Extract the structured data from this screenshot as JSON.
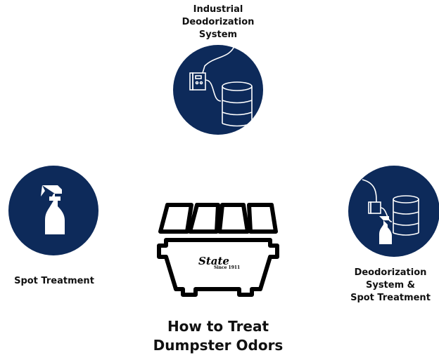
{
  "options": [
    {
      "label_lines": [
        "Industrial",
        "Deodorization",
        "System"
      ],
      "icon": "drum-deodorizer-icon"
    },
    {
      "label_lines": [
        "Spot Treatment"
      ],
      "icon": "spray-bottle-icon"
    },
    {
      "label_lines": [
        "Deodorization",
        "System &",
        "Spot Treatment"
      ],
      "icon": "drum-and-spray-icon"
    }
  ],
  "center": {
    "icon": "dumpster-icon",
    "logo_text": "State",
    "logo_sub": "Since 1911"
  },
  "title_lines": [
    "How to Treat",
    "Dumpster Odors"
  ],
  "colors": {
    "circle": "#0d2a5a"
  }
}
